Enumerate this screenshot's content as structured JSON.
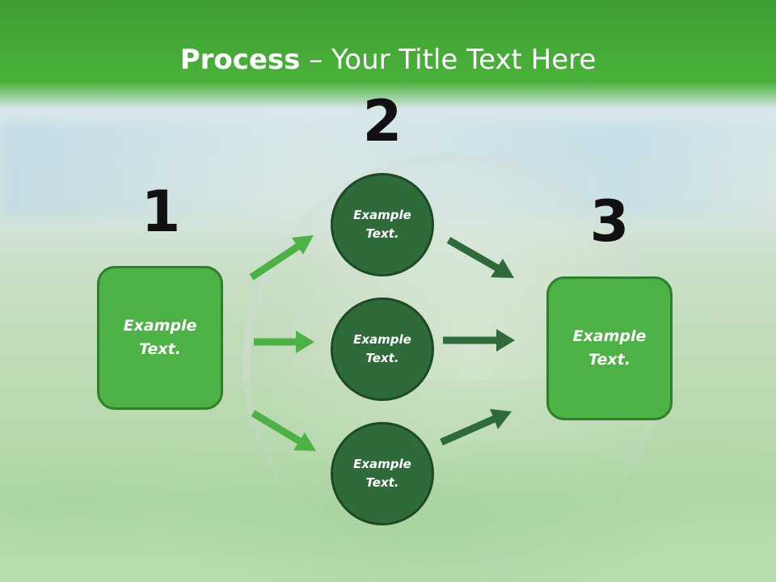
{
  "title": {
    "bold": "Process",
    "rest": " – Your Title Text Here"
  },
  "steps": {
    "one": "1",
    "two": "2",
    "three": "3"
  },
  "nodes": {
    "left_box": "Example Text.",
    "circle_top": "Example Text.",
    "circle_middle": "Example Text.",
    "circle_bottom": "Example Text.",
    "right_box": "Example Text."
  },
  "colors": {
    "title_band": "#49b23a",
    "box_fill": "#4db245",
    "circle_fill": "#2f6b3a",
    "arrow_light": "#4db245",
    "arrow_dark": "#2f6b3a"
  }
}
